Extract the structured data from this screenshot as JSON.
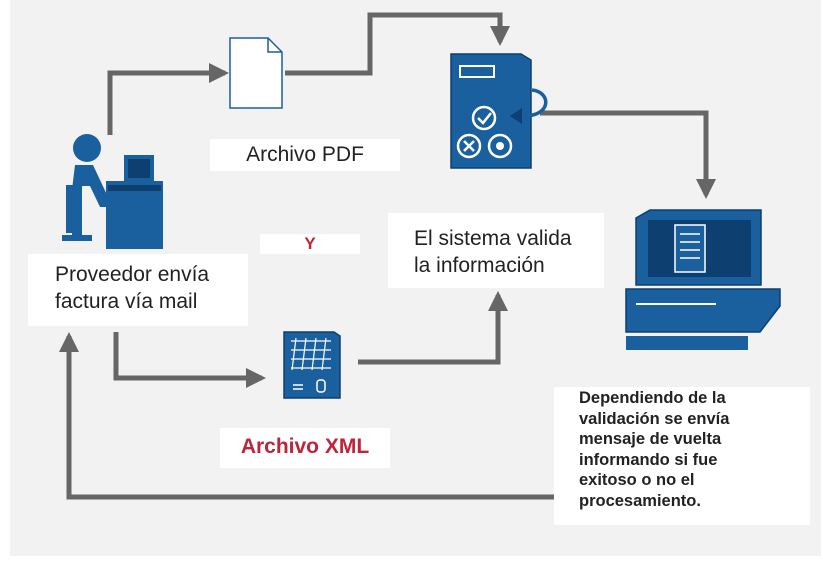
{
  "labels": {
    "pdf": "Archivo PDF",
    "and": "Y",
    "system_lines": [
      "El sistema valida",
      "la información"
    ],
    "supplier_lines": [
      "Proveedor envía",
      "factura vía mail"
    ],
    "xml": "Archivo XML",
    "result_lines": [
      "Dependiendo de la",
      "validación se envía",
      "mensaje de vuelta",
      "informando  si fue",
      "exitoso o no el",
      "procesamiento."
    ]
  },
  "colors": {
    "panel_bg": "#f2f2f2",
    "icon_blue": "#1a5f9e",
    "icon_dark": "#0d3f70",
    "arrow": "#666666",
    "accent_red": "#c0243a"
  },
  "icons": [
    "user-at-computer-icon",
    "document-icon",
    "server-validation-icon",
    "grid-server-icon",
    "monitor-document-icon"
  ]
}
